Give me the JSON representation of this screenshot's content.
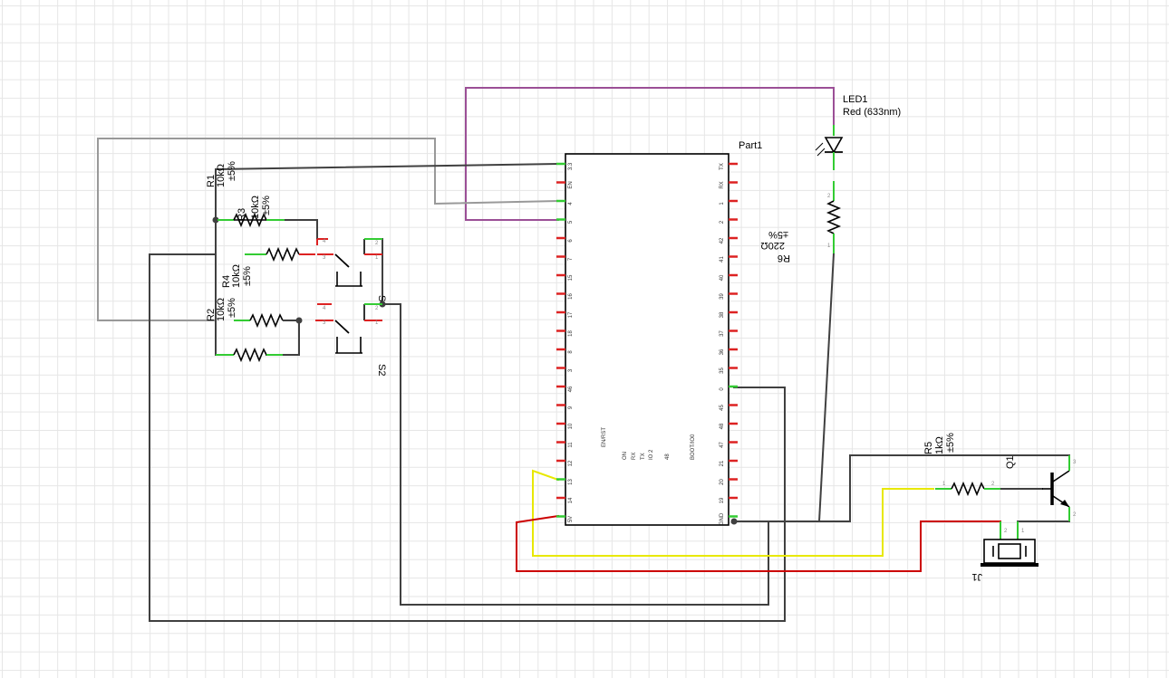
{
  "part1": {
    "name": "Part1",
    "left_pins": [
      "3.3",
      "EN",
      "4",
      "5",
      "6",
      "7",
      "15",
      "16",
      "17",
      "18",
      "8",
      "3",
      "46",
      "9",
      "10",
      "11",
      "12",
      "13",
      "14",
      "5V"
    ],
    "right_pins": [
      "TX",
      "RX",
      "1",
      "2",
      "42",
      "41",
      "40",
      "39",
      "38",
      "37",
      "36",
      "35",
      "0",
      "45",
      "48",
      "47",
      "21",
      "20",
      "19",
      "GND"
    ],
    "center_labels": {
      "en_rst": "EN/RST",
      "on": "ON",
      "rx": "RX",
      "tx": "TX",
      "io2": "IO 2",
      "n48": "48",
      "boot": "BOOT/IO0"
    }
  },
  "led1": {
    "name": "LED1",
    "desc": "Red (633nm)"
  },
  "r1": {
    "name": "R1",
    "value": "10kΩ",
    "tol": "±5%"
  },
  "r2": {
    "name": "R2",
    "value": "10kΩ",
    "tol": "±5%"
  },
  "r3": {
    "name": "R3",
    "value": "10kΩ",
    "tol": "±5%"
  },
  "r4": {
    "name": "R4",
    "value": "10kΩ",
    "tol": "±5%"
  },
  "r5": {
    "name": "R5",
    "value": "1kΩ",
    "tol": "±5%"
  },
  "r6": {
    "name": "R6",
    "value": "220Ω",
    "tol": "±5%"
  },
  "s1": {
    "name": "S"
  },
  "s2": {
    "name": "S2"
  },
  "q1": {
    "name": "Q1"
  },
  "j1": {
    "name": "J1"
  },
  "colors": {
    "wire_dark": "#404040",
    "wire_gray": "#999999",
    "wire_purple": "#9b4f96",
    "wire_yellow": "#e8e800",
    "wire_red": "#cc0000",
    "pin_green": "#33cc33",
    "pin_red": "#dd2222"
  }
}
